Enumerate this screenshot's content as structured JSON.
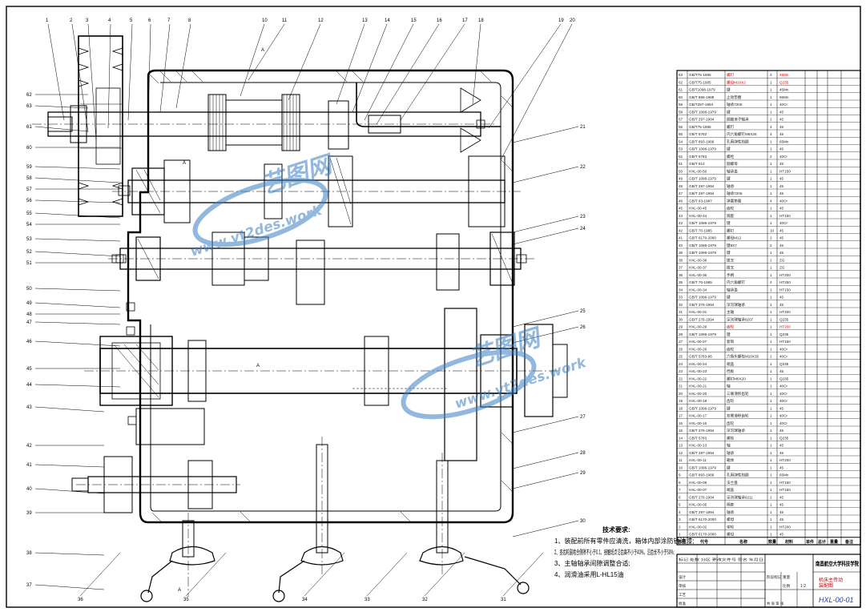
{
  "drawing": {
    "school": "南昌航空大学科技学院",
    "drawing_no": "HXL-00-01",
    "title_line1": "机床主传动",
    "title_line2": "装配图",
    "scale_label": "比例",
    "scale": "1:2"
  },
  "watermarks": [
    {
      "brand": "艺图网",
      "url": "www.yt2des.work"
    },
    {
      "brand": "艺图网",
      "url": "www.yt2des.work"
    }
  ],
  "tech_requirements": {
    "title": "技术要求:",
    "items": [
      "1、装配前所有零件应清洗，箱体内部涂防锈油漆;",
      "2、各齿轮副啮合侧隙不小于0.1，接触斑点沿齿高不小于40%，沿齿长不小于50%;",
      "3、主轴轴承间隙调整合适;",
      "4、润滑油采用L-HL15油"
    ]
  },
  "section_marks": {
    "a": "A"
  },
  "callouts": {
    "top": [
      "1",
      "2",
      "3",
      "4",
      "5",
      "6",
      "7",
      "8",
      "10",
      "11",
      "12",
      "13",
      "14",
      "15",
      "16",
      "17",
      "18",
      "19",
      "20"
    ],
    "left": [
      "62",
      "63",
      "61",
      "60",
      "59",
      "58",
      "57",
      "56",
      "55",
      "54",
      "53",
      "52",
      "51",
      "50",
      "49",
      "48",
      "47",
      "46",
      "45",
      "44",
      "43",
      "42",
      "41",
      "40",
      "39",
      "38",
      "37"
    ],
    "right": [
      "21",
      "22",
      "23",
      "24",
      "25",
      "26",
      "27",
      "28",
      "29",
      "30"
    ],
    "bottom": [
      "36",
      "35",
      "34",
      "33",
      "32",
      "31"
    ]
  },
  "bom_header": {
    "seq": "序号",
    "code": "代号",
    "name": "名称",
    "qty": "数量",
    "material": "材料",
    "unit_weight": "单件",
    "total_weight": "总计",
    "weight": "重量",
    "remark": "备注"
  },
  "bom_rows": [
    {
      "no": "63",
      "code": "GB/T75-1985",
      "name": "螺钉",
      "qty": "3",
      "mat": "45Mn",
      "red": true
    },
    {
      "no": "62",
      "code": "GB/T75-1985",
      "name": "螺母M10X2",
      "qty": "1",
      "mat": "Q235",
      "red": true
    },
    {
      "no": "61",
      "code": "GB/T1096-1979",
      "name": "键",
      "qty": "1",
      "mat": "45Mn"
    },
    {
      "no": "60",
      "code": "GB/T 858-1988",
      "name": "止动垫圈",
      "qty": "1",
      "mat": "65Mn"
    },
    {
      "no": "59",
      "code": "GB/T297-1994",
      "name": "轴承7205",
      "qty": "1",
      "mat": "40Cr"
    },
    {
      "no": "58",
      "code": "GB/T 1096-1979",
      "name": "键",
      "qty": "1",
      "mat": "45"
    },
    {
      "no": "57",
      "code": "GB/T 297-1994",
      "name": "圆锥滚子轴承",
      "qty": "1",
      "mat": "45"
    },
    {
      "no": "56",
      "code": "GB/T75-1985",
      "name": "螺钉",
      "qty": "4",
      "mat": "45"
    },
    {
      "no": "55",
      "code": "GB/T 5782",
      "name": "内六角螺钉M6X25",
      "qty": "4",
      "mat": "45"
    },
    {
      "no": "54",
      "code": "GB/T 893-1986",
      "name": "孔用弹性挡圈",
      "qty": "1",
      "mat": "65Mn"
    },
    {
      "no": "53",
      "code": "GB/T 1096-1979",
      "name": "键",
      "qty": "1",
      "mat": "45"
    },
    {
      "no": "52",
      "code": "GB/T 5783",
      "name": "螺栓",
      "qty": "2",
      "mat": "40Cr"
    },
    {
      "no": "51",
      "code": "GB/T 812",
      "name": "圆螺母",
      "qty": "1",
      "mat": "45"
    },
    {
      "no": "50",
      "code": "HXL-00-50",
      "name": "轴承盖",
      "qty": "1",
      "mat": "HT150"
    },
    {
      "no": "49",
      "code": "GB/T 1096-1979",
      "name": "键",
      "qty": "1",
      "mat": "45"
    },
    {
      "no": "48",
      "code": "GB/T 297-1994",
      "name": "轴承",
      "qty": "1",
      "mat": "45"
    },
    {
      "no": "47",
      "code": "GB/T 297-1994",
      "name": "轴承7206",
      "qty": "1",
      "mat": "45"
    },
    {
      "no": "46",
      "code": "GB/T 93-1987",
      "name": "弹簧垫圈",
      "qty": "4",
      "mat": "40Cr"
    },
    {
      "no": "45",
      "code": "HXL-00-45",
      "name": "齿轮",
      "qty": "1",
      "mat": "45"
    },
    {
      "no": "44",
      "code": "HXL-00-44",
      "name": "隔套",
      "qty": "1",
      "mat": "HT150"
    },
    {
      "no": "43",
      "code": "GB/T 1096-1979",
      "name": "键",
      "qty": "1",
      "mat": "40Cr"
    },
    {
      "no": "42",
      "code": "GB/T 70-1985",
      "name": "螺钉",
      "qty": "10",
      "mat": "45"
    },
    {
      "no": "41",
      "code": "GB/T 6170-2000",
      "name": "螺母M12",
      "qty": "2",
      "mat": "45"
    },
    {
      "no": "40",
      "code": "GB/T 1096-1979",
      "name": "键8X7",
      "qty": "2",
      "mat": "45"
    },
    {
      "no": "39",
      "code": "GB/T 1096-1979",
      "name": "键",
      "qty": "1",
      "mat": "45"
    },
    {
      "no": "38",
      "code": "HXL-00-38",
      "name": "拨叉",
      "qty": "1",
      "mat": "ZG"
    },
    {
      "no": "37",
      "code": "HXL-00-37",
      "name": "拨叉",
      "qty": "1",
      "mat": "ZG"
    },
    {
      "no": "36",
      "code": "HXL-00-36",
      "name": "手柄",
      "qty": "1",
      "mat": "HT200"
    },
    {
      "no": "35",
      "code": "GB/T 70-1985",
      "name": "内六角螺钉",
      "qty": "4",
      "mat": "HT250"
    },
    {
      "no": "34",
      "code": "HXL-00-34",
      "name": "轴承盖",
      "qty": "1",
      "mat": "HT150"
    },
    {
      "no": "33",
      "code": "GB/T 1096-1979",
      "name": "键",
      "qty": "1",
      "mat": "45"
    },
    {
      "no": "32",
      "code": "GB/T 276-1994",
      "name": "深沟球轴承",
      "qty": "1",
      "mat": "45"
    },
    {
      "no": "31",
      "code": "HXL-00-31",
      "name": "主轴",
      "qty": "1",
      "mat": "HT200"
    },
    {
      "no": "30",
      "code": "GB/T 276-1994",
      "name": "深沟球轴承6207",
      "qty": "1",
      "mat": "Q235"
    },
    {
      "no": "29",
      "code": "HXL-00-29",
      "name": "齿轮",
      "qty": "1",
      "mat": "HT200",
      "red": true
    },
    {
      "no": "28",
      "code": "GB/T 1096-1979",
      "name": "键",
      "qty": "1",
      "mat": "Q235"
    },
    {
      "no": "27",
      "code": "HXL-00-27",
      "name": "套筒",
      "qty": "1",
      "mat": "HT150"
    },
    {
      "no": "26",
      "code": "HXL-00-26",
      "name": "齿轮",
      "qty": "1",
      "mat": "40Cr"
    },
    {
      "no": "25",
      "code": "GB/T 5783-86",
      "name": "六角头螺栓M10X35",
      "qty": "1",
      "mat": "40Cr"
    },
    {
      "no": "24",
      "code": "HXL-00-24",
      "name": "端盖",
      "qty": "1",
      "mat": "Q235"
    },
    {
      "no": "23",
      "code": "HXL-00-23",
      "name": "挡板",
      "qty": "1",
      "mat": "45"
    },
    {
      "no": "22",
      "code": "HXL-00-22",
      "name": "螺钉M6X20",
      "qty": "1",
      "mat": "Q235"
    },
    {
      "no": "21",
      "code": "HXL-00-21",
      "name": "轴",
      "qty": "1",
      "mat": "40Cr"
    },
    {
      "no": "20",
      "code": "HXL-00-20",
      "name": "三联滑移齿轮",
      "qty": "1",
      "mat": "40Cr"
    },
    {
      "no": "19",
      "code": "HXL-00-19",
      "name": "齿轮",
      "qty": "1",
      "mat": "40Cr"
    },
    {
      "no": "18",
      "code": "GB/T 1096-1979",
      "name": "键",
      "qty": "1",
      "mat": "45"
    },
    {
      "no": "17",
      "code": "HXL-00-17",
      "name": "双联滑移齿轮",
      "qty": "1",
      "mat": "40Cr"
    },
    {
      "no": "16",
      "code": "HXL-00-16",
      "name": "齿轮",
      "qty": "1",
      "mat": "40Cr"
    },
    {
      "no": "15",
      "code": "GB/T 276-1994",
      "name": "深沟球轴承",
      "qty": "1",
      "mat": "45"
    },
    {
      "no": "14",
      "code": "GB/T 5783",
      "name": "螺栓",
      "qty": "1",
      "mat": "Q235"
    },
    {
      "no": "13",
      "code": "HXL-00-13",
      "name": "轴",
      "qty": "1",
      "mat": "45"
    },
    {
      "no": "12",
      "code": "GB/T 297-1994",
      "name": "轴承",
      "qty": "1",
      "mat": "45"
    },
    {
      "no": "11",
      "code": "HXL-00-11",
      "name": "箱体",
      "qty": "1",
      "mat": "HT200"
    },
    {
      "no": "10",
      "code": "GB/T 1096-1979",
      "name": "键",
      "qty": "1",
      "mat": "45"
    },
    {
      "no": "9",
      "code": "GB/T 893-1986",
      "name": "孔用弹性挡圈",
      "qty": "1",
      "mat": "65Mn"
    },
    {
      "no": "8",
      "code": "HXL-00-08",
      "name": "法兰盘",
      "qty": "1",
      "mat": "HT150"
    },
    {
      "no": "7",
      "code": "HXL-00-07",
      "name": "端盖",
      "qty": "1",
      "mat": "HT150"
    },
    {
      "no": "6",
      "code": "GB/T 276-1994",
      "name": "深沟球轴承6211",
      "qty": "1",
      "mat": "45"
    },
    {
      "no": "5",
      "code": "HXL-00-05",
      "name": "隔套",
      "qty": "1",
      "mat": "45"
    },
    {
      "no": "4",
      "code": "GB/T 297-1994",
      "name": "轴承",
      "qty": "1",
      "mat": "45"
    },
    {
      "no": "3",
      "code": "GB/T 6170-2000",
      "name": "螺母",
      "qty": "1",
      "mat": "45"
    },
    {
      "no": "2",
      "code": "HXL-00-02",
      "name": "带轮",
      "qty": "1",
      "mat": "HT200"
    },
    {
      "no": "1",
      "code": "GB/T 6170-2000",
      "name": "螺母",
      "qty": "1",
      "mat": "45"
    }
  ],
  "title_block_cells": {
    "design": "设计",
    "check": "审核",
    "process": "工艺",
    "approve": "批准",
    "stage": "阶段标记",
    "weight": "重量",
    "sheet": "共 张 第 张",
    "date_row": "标记 处数 分区 更改文件号 签名 年月日"
  }
}
